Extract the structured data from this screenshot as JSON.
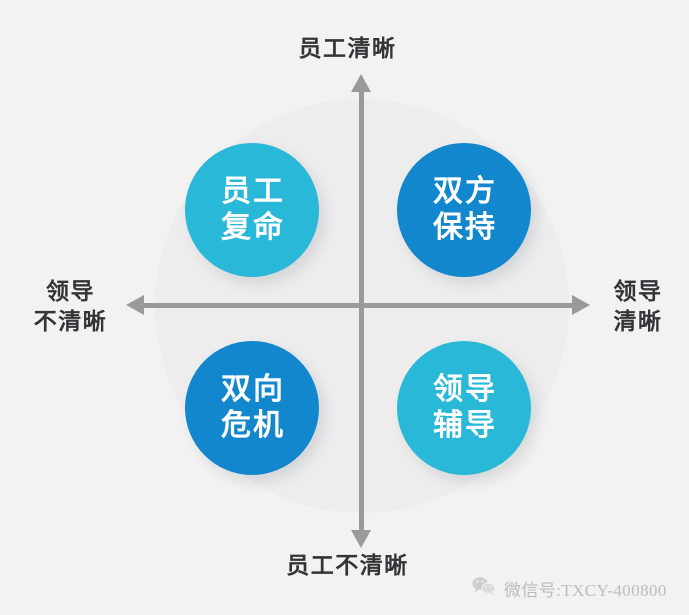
{
  "diagram": {
    "title_top": "员工清晰",
    "title_bottom": "员工不清晰",
    "left_label_line1": "领导",
    "left_label_line2": "不清晰",
    "right_label_line1": "领导",
    "right_label_line2": "清晰",
    "quadrants": [
      {
        "position": "top-left",
        "line1": "员工",
        "line2": "复命",
        "color": "#29b8d8"
      },
      {
        "position": "top-right",
        "line1": "双方",
        "line2": "保持",
        "color": "#1287ce"
      },
      {
        "position": "bottom-left",
        "line1": "双向",
        "line2": "危机",
        "color": "#1287ce"
      },
      {
        "position": "bottom-right",
        "line1": "领导",
        "line2": "辅导",
        "color": "#29b8d8"
      }
    ],
    "axis_color": "#9a9a9c",
    "background_color": "#f2f2f2",
    "backdrop_circle_color": "#ededee"
  },
  "watermark": {
    "icon": "wechat-icon",
    "text": "微信号:TXCY-400800"
  }
}
